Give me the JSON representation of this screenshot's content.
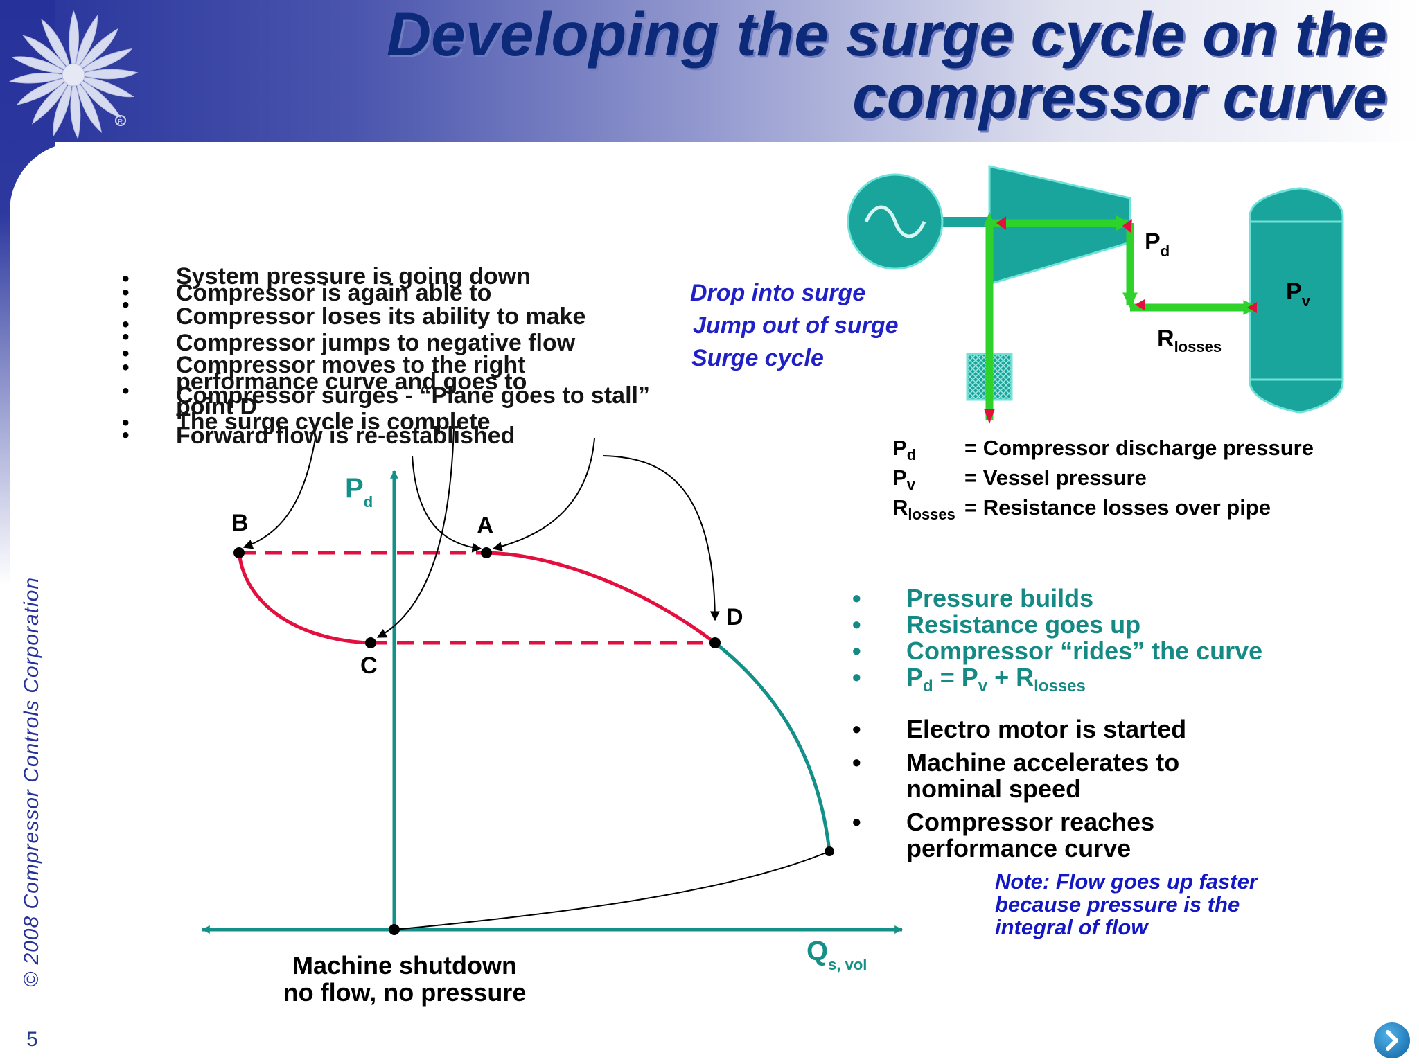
{
  "header": {
    "title_line1": "Developing the surge cycle on the",
    "title_line2": "compressor curve"
  },
  "footer": {
    "copyright": "© 2008 Compressor Controls Corporation",
    "page_number": "5"
  },
  "graph": {
    "y_axis": {
      "main": "P",
      "sub": "d"
    },
    "x_axis": {
      "main": "Q",
      "sub": "s,  vol"
    },
    "points": [
      "A",
      "B",
      "C",
      "D"
    ],
    "shutdown_line1": "Machine shutdown",
    "shutdown_line2": "no flow, no pressure"
  },
  "schematic": {
    "pd": {
      "main": "P",
      "sub": "d"
    },
    "pv": {
      "main": "P",
      "sub": "v"
    },
    "rlosses": {
      "main": "R",
      "sub": "losses"
    }
  },
  "legend": [
    {
      "sym": "P",
      "sub": "d",
      "def": "= Compressor discharge pressure"
    },
    {
      "sym": "P",
      "sub": "v",
      "def": "= Vessel pressure"
    },
    {
      "sym": "R",
      "sub": "losses",
      "def": "= Resistance losses over pipe"
    }
  ],
  "green_bullets": [
    "Pressure builds",
    "Resistance goes up",
    "Compressor “rides” the curve"
  ],
  "green_formula": {
    "p1": "P",
    "s1": "d",
    "eq": " = P",
    "s2": "v",
    "plus": " + R",
    "s3": "losses"
  },
  "black_bullets": [
    "Electro motor is started",
    "Machine accelerates to nominal speed",
    "Compressor reaches performance curve"
  ],
  "note": [
    "Note: Flow goes up faster",
    "because pressure is the",
    "integral of flow"
  ],
  "overlapping_text": {
    "black": [
      "System pressure is going down",
      "Compressor is again able to",
      "Compressor loses its ability to make",
      "Compressor jumps to negative flow",
      "Compressor moves to the right",
      "performance curve and goes to",
      "Compressor surges - “Plane goes to stall”",
      "point D",
      "The surge cycle is complete",
      "Forward flow is re-established"
    ],
    "blue": [
      "Drop into surge",
      "Jump out of surge",
      "Surge cycle"
    ]
  }
}
